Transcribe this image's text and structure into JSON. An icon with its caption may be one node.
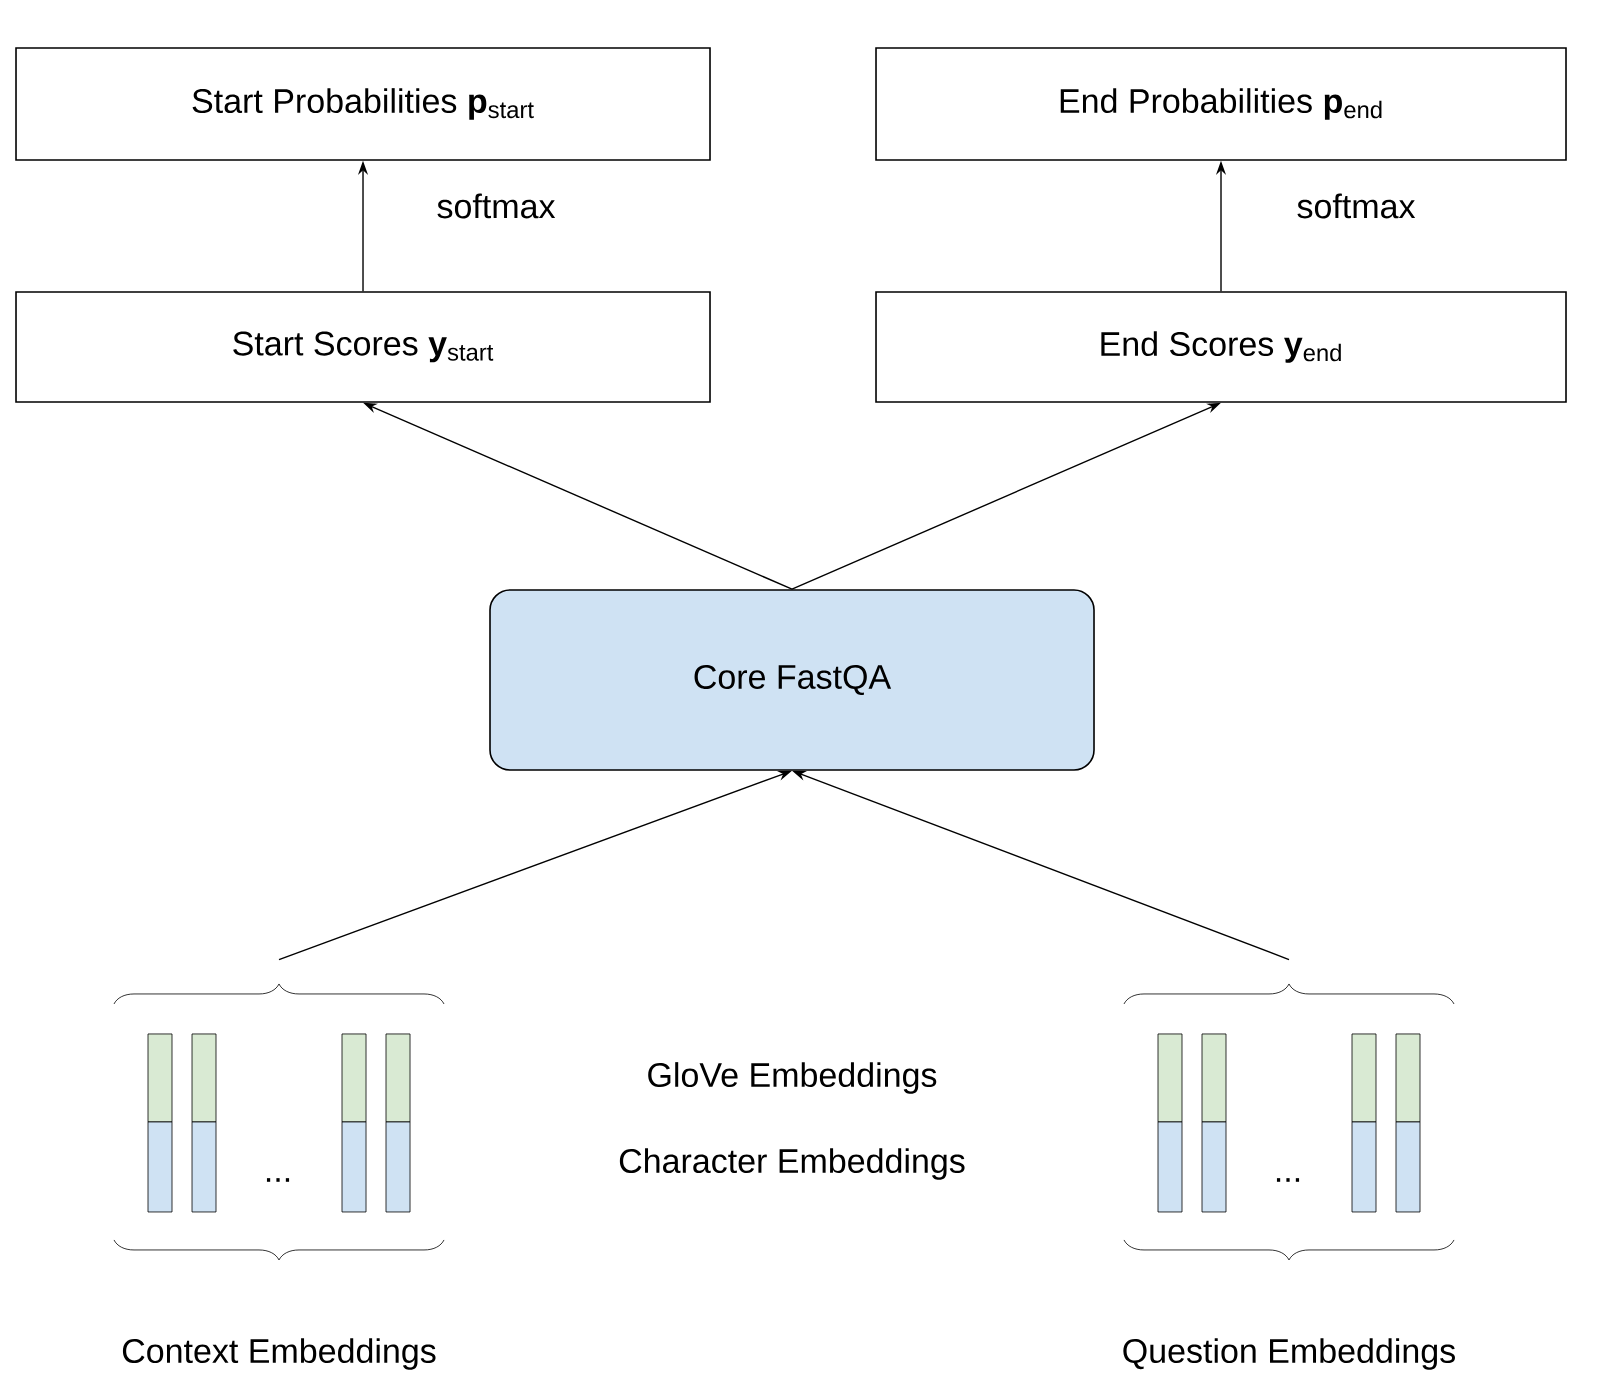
{
  "diagram": {
    "nodes": [
      {
        "text": [
          "Start Probabilities **p**$_{start}$"
        ]
      },
      {
        "text": [
          "End Probabilities **p**$_{end}$"
        ]
      },
      {
        "text": [
          "Start Scores **y**$_{start}$"
        ]
      },
      {
        "text": [
          "End Scores **y**$_{end}$"
        ]
      },
      {
        "text": [
          "Core FastQA"
        ]
      },
      {
        "text": [],
        "shape": "bar",
        "beside": [
          "Context Embeddings"
        ]
      },
      {
        "text": [],
        "shape": "bar",
        "beside": [
          "Question Embeddings"
        ]
      }
    ],
    "edges": [
      {
        "from": 2,
        "to": 0,
        "arrow": "to",
        "label": "softmax"
      },
      {
        "from": 3,
        "to": 1,
        "arrow": "to",
        "label": "softmax"
      },
      {
        "from": 4,
        "to": 2,
        "arrow": "to"
      },
      {
        "from": 4,
        "to": 3,
        "arrow": "to"
      },
      {
        "from": 5,
        "to": 4,
        "arrow": "to"
      },
      {
        "from": 6,
        "to": 4,
        "arrow": "to"
      }
    ],
    "labels": [
      "GloVe Embeddings",
      "Character Embeddings",
      "...",
      "..."
    ]
  }
}
